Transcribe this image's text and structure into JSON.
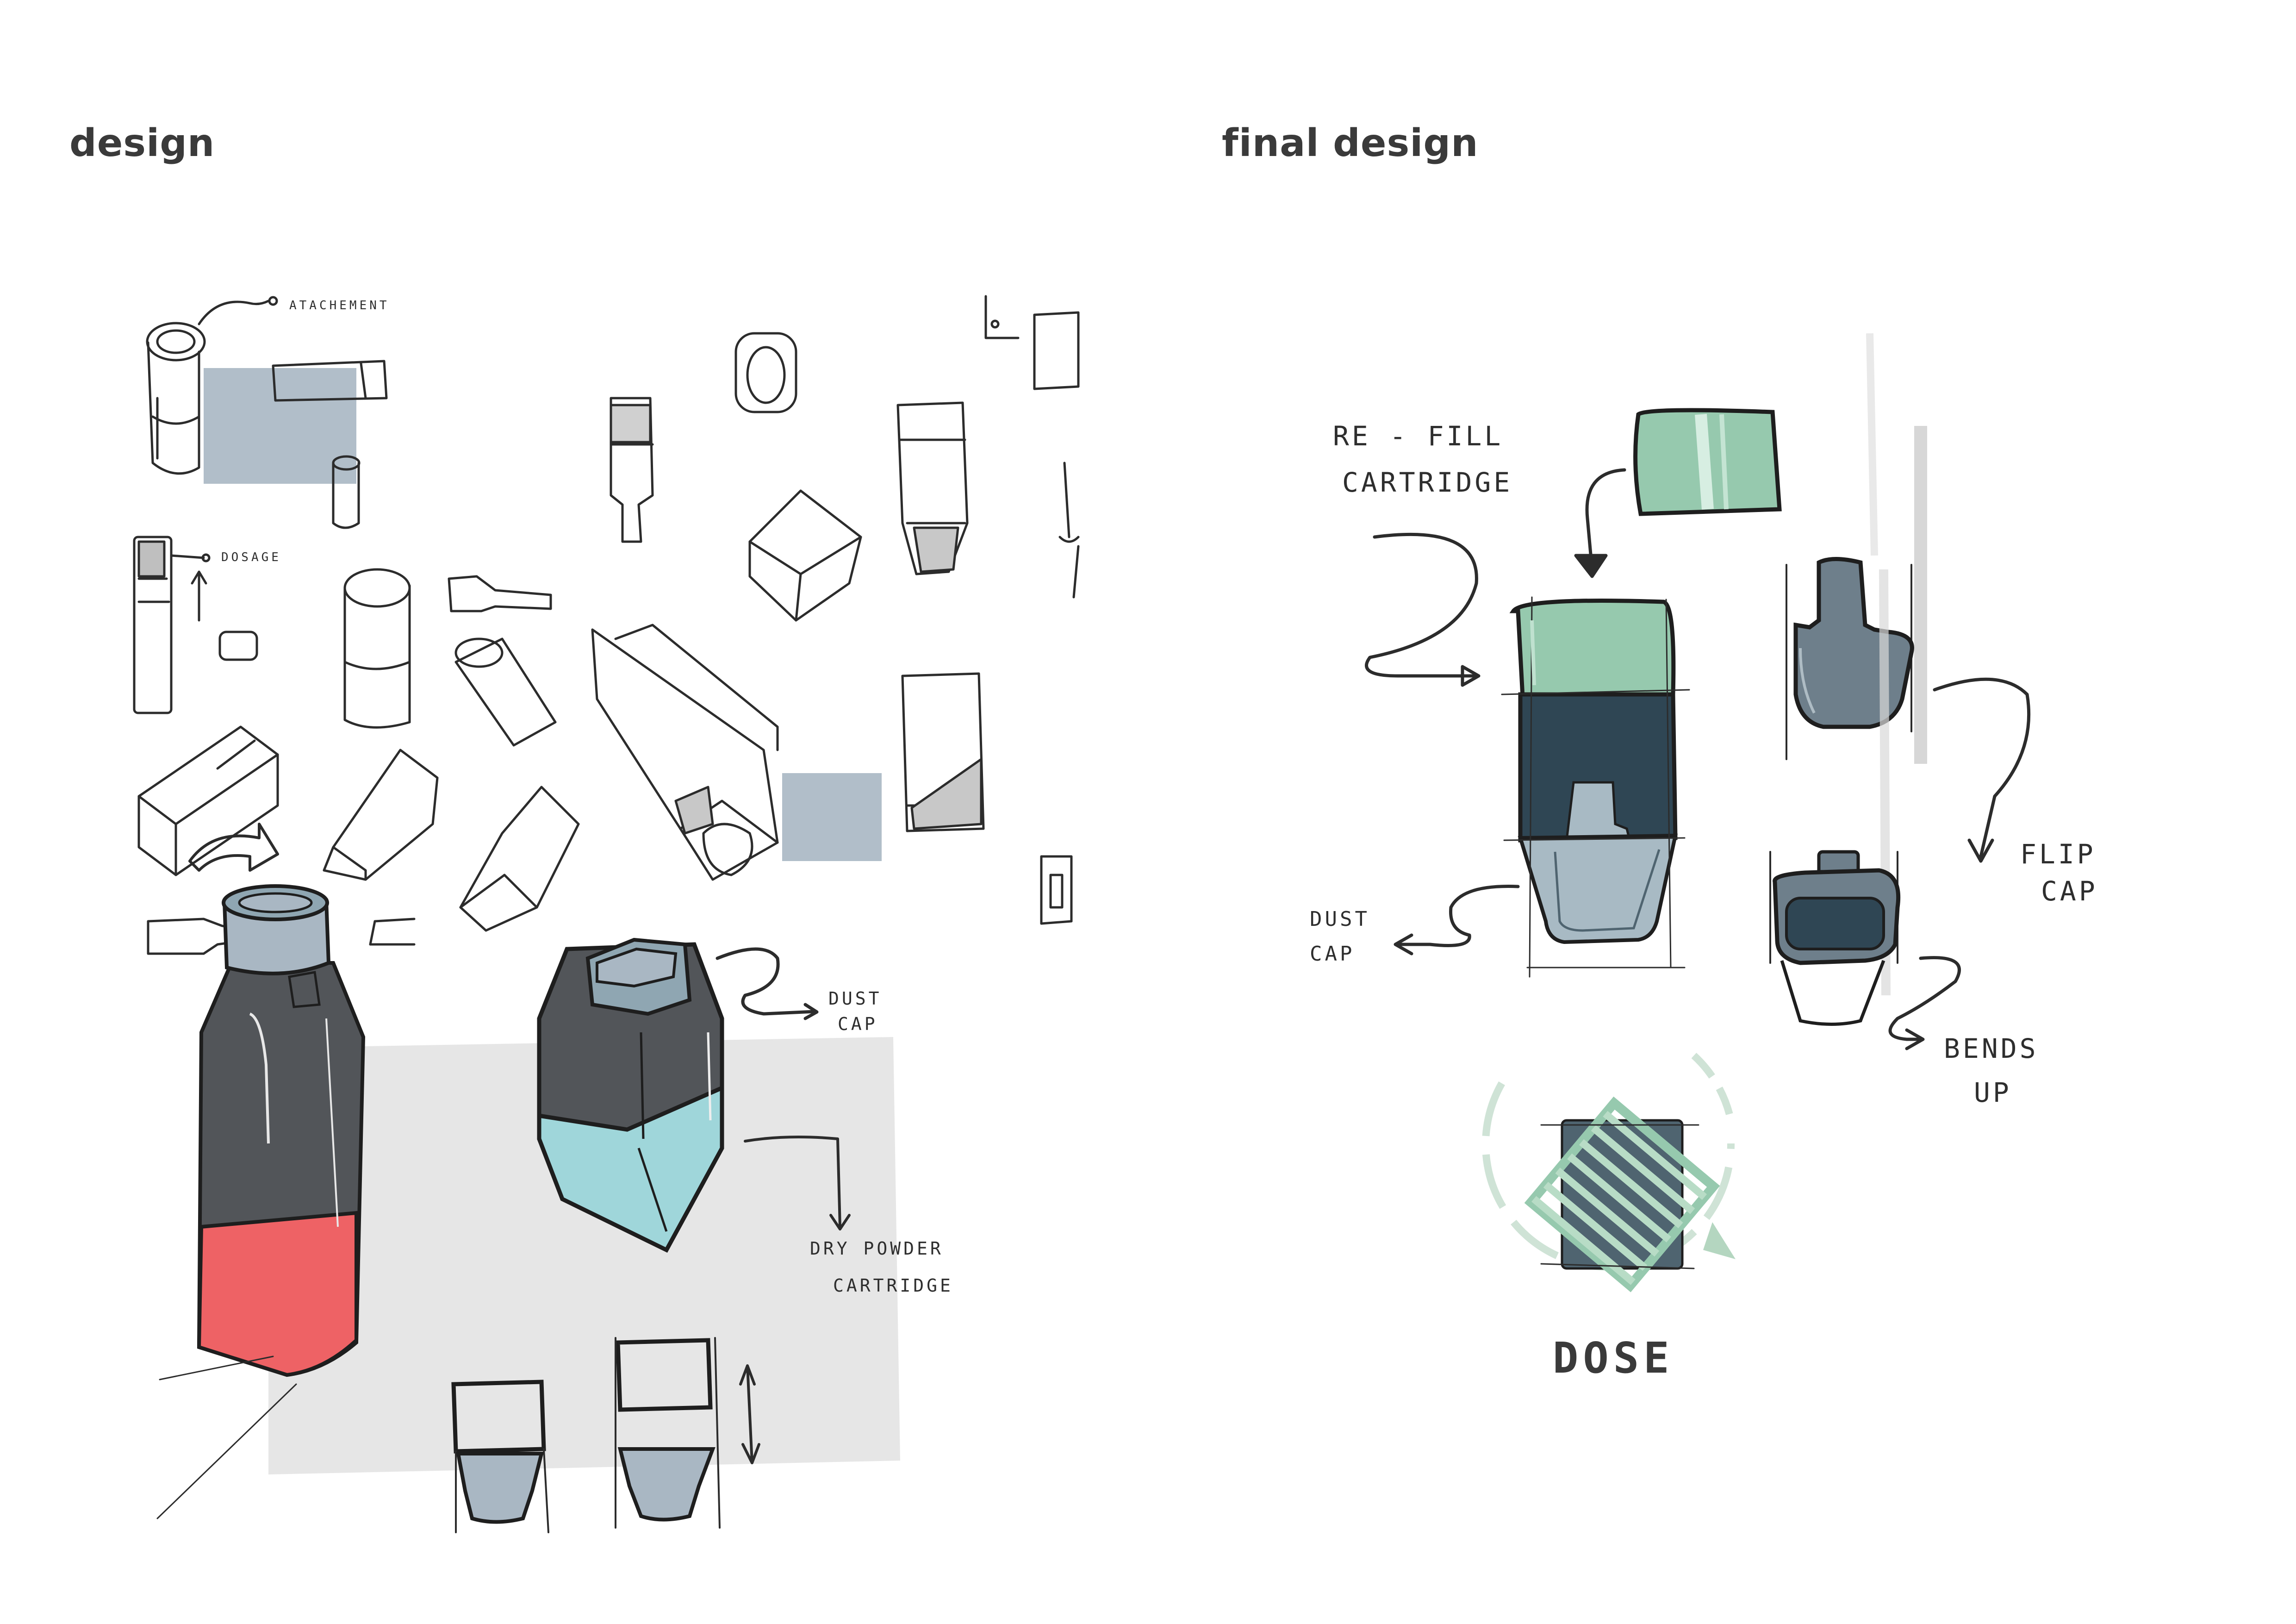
{
  "titles": {
    "left": "design",
    "right": "final design"
  },
  "left_annotations": {
    "attachment": "ATACHEMENT",
    "dosage": "DOSAGE",
    "dust_cap_line1": "DUST",
    "dust_cap_line2": "CAP",
    "dry_powder_line1": "DRY POWDER",
    "dry_powder_line2": "CARTRIDGE"
  },
  "right_annotations": {
    "refill_line1": "RE - FILL",
    "refill_line2": "CARTRIDGE",
    "dust_cap_line1": "DUST",
    "dust_cap_line2": "CAP",
    "flip_cap_line1": "FLIP",
    "flip_cap_line2": "CAP",
    "bends_up_line1": "BENDS",
    "bends_up_line2": "UP",
    "dose": "DOSE"
  },
  "colors": {
    "ink": "#2c2c2c",
    "slate_blue": "#a9b7c3",
    "light_gray_panel": "#e6e6e6",
    "dark_body": "#525559",
    "coral_red": "#ee6265",
    "cyan_cartridge": "#9fd6da",
    "cap_blue_gray": "#8fa6b2",
    "mint_green": "#96c9ae",
    "navy_band": "#2f4654",
    "pale_steel": "#a8bac4",
    "flip_cap_gray": "#6e7f8b",
    "dose_ring": "#cfe3d6"
  }
}
